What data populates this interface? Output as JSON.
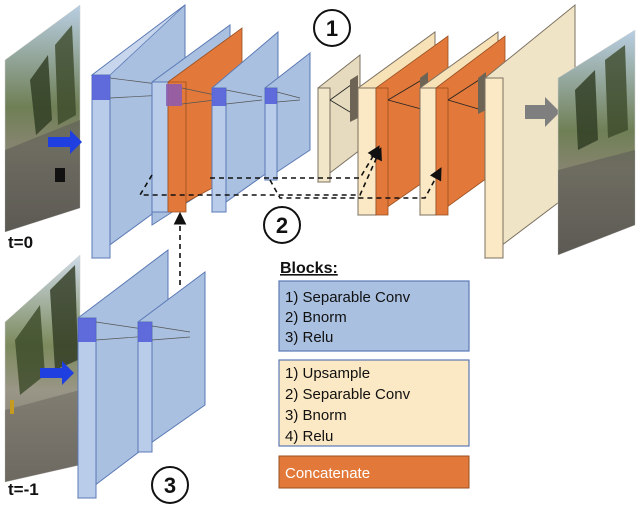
{
  "frames": {
    "current_time": "t=0",
    "previous_time": "t=-1"
  },
  "callouts": {
    "main_path": "1",
    "skip_connections": "2",
    "temporal_branch": "3"
  },
  "legend": {
    "title": "Blocks:",
    "encoder_block": [
      "1) Separable Conv",
      "2) Bnorm",
      "3) Relu"
    ],
    "decoder_block": [
      "1) Upsample",
      "2) Separable Conv",
      "3) Bnorm",
      "4) Relu"
    ],
    "concat_block": "Concatenate"
  },
  "colors": {
    "encoder_fill": "#a9c0e0",
    "encoder_edge": "#5b79b5",
    "decoder_fill": "#fbe8c4",
    "decoder_edge": "#7b7061",
    "concat_fill": "#e2793a",
    "input_arrow": "#1f3fe0",
    "output_arrow": "#7f7f7f",
    "kernel_patch": "#5560d8"
  },
  "icons": {
    "input_arrow": "blue-right-arrow-icon",
    "output_arrow": "gray-right-arrow-icon"
  }
}
